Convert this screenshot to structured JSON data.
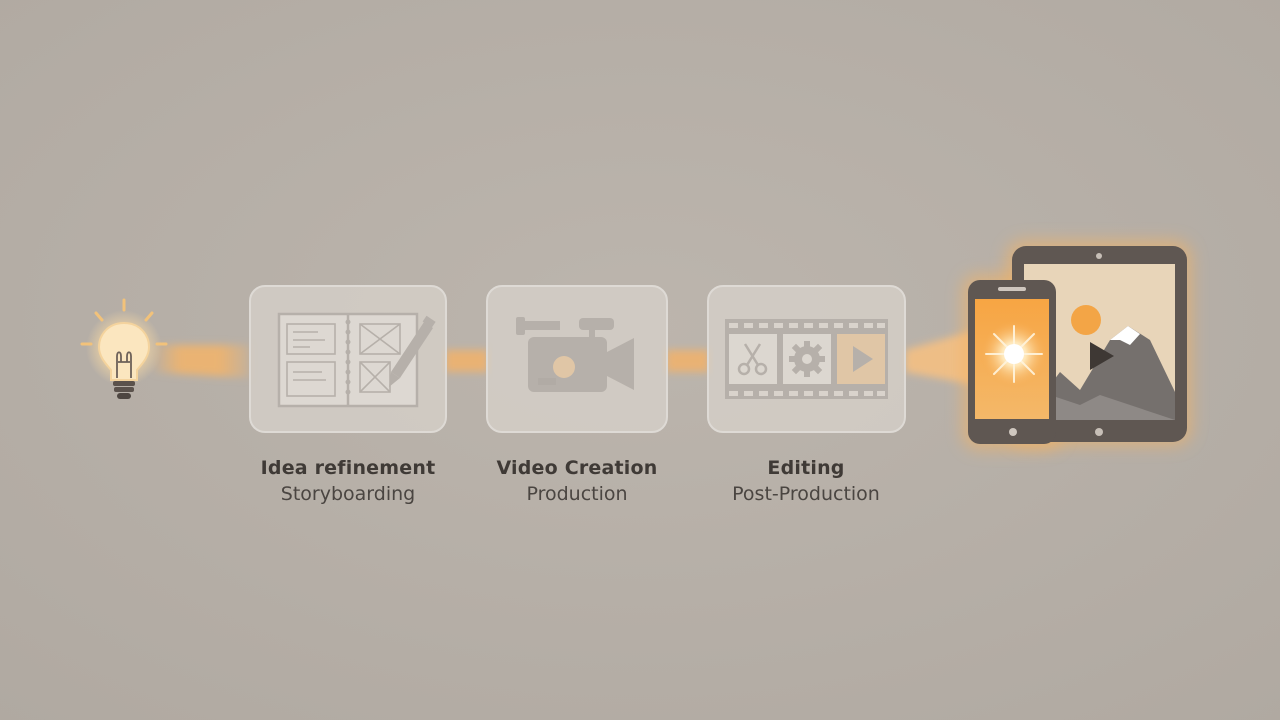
{
  "colors": {
    "background": "#b6afa7",
    "accent": "#f2a64a",
    "icon_dark": "#5f5752",
    "box_fill": "#d8d2cc",
    "box_border": "#dedad5"
  },
  "stages": [
    {
      "title": "Idea refinement",
      "subtitle": "Storyboarding",
      "icon": "storyboard-notebook-icon"
    },
    {
      "title": "Video Creation",
      "subtitle": "Production",
      "icon": "video-camera-icon"
    },
    {
      "title": "Editing",
      "subtitle": "Post-Production",
      "icon": "film-strip-editing-icon"
    }
  ],
  "start_icon": "lightbulb-icon",
  "end_icon": "devices-icon"
}
